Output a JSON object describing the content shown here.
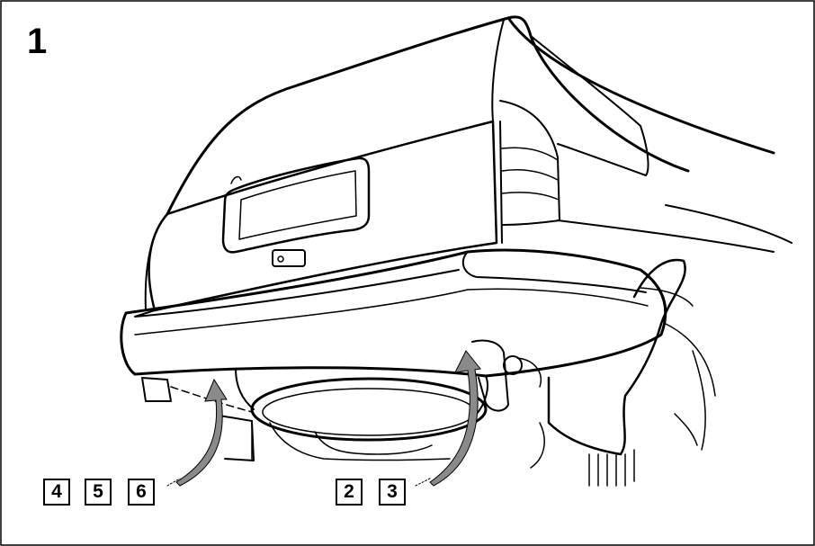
{
  "step": {
    "number": "1"
  },
  "callouts": {
    "left_group": [
      "4",
      "5",
      "6"
    ],
    "right_group": [
      "2",
      "3"
    ]
  },
  "colors": {
    "line": "#000000",
    "arrow": "#8a8a8a",
    "background": "#ffffff"
  },
  "icons": {
    "left_arrow": "curved-up-arrow-icon",
    "right_arrow": "curved-up-arrow-icon"
  }
}
